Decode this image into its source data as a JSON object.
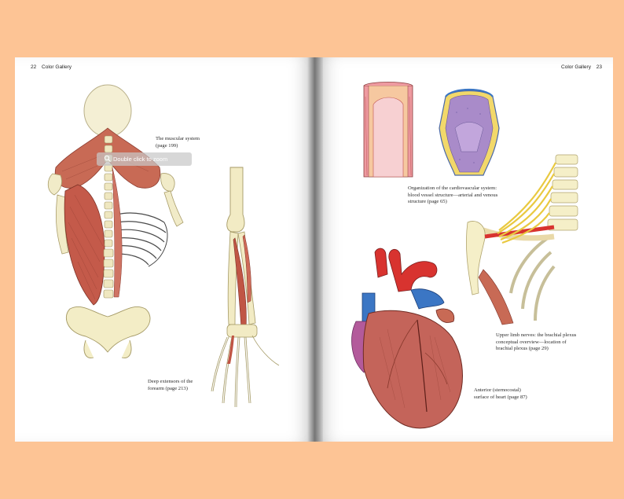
{
  "left_page": {
    "page_number": "22",
    "running_title": "Color Gallery",
    "captions": {
      "muscular_system": "The muscular system",
      "muscular_system_ref": "(page 199)",
      "forearm": "Deep extensors of the",
      "forearm_2": "forearm (page 213)"
    }
  },
  "right_page": {
    "page_number": "23",
    "running_title": "Color Gallery",
    "captions": {
      "cardio_1": "Organization of the cardiovascular system:",
      "cardio_2": "blood vessel structure—arterial and venous",
      "cardio_3": "structure (page 65)",
      "plexus_1": "Upper limb nerves: the brachial plexus",
      "plexus_2": "conceptual overview—location of",
      "plexus_3": "brachial plexus (page 29)",
      "heart_1": "Anterior (sternocostal)",
      "heart_2": "surface of heart (page 87)"
    }
  },
  "zoom_hint": {
    "label": "Double click to zoom",
    "icon": "magnifier-icon"
  },
  "colors": {
    "background": "#fdc495",
    "page": "#ffffff",
    "muscle": "#c0584a",
    "bone": "#f3ecc0",
    "artery": "#d8332f",
    "vein": "#3b76c4",
    "nerve": "#f2dc5a",
    "vessel_purple": "#a98bc9"
  }
}
